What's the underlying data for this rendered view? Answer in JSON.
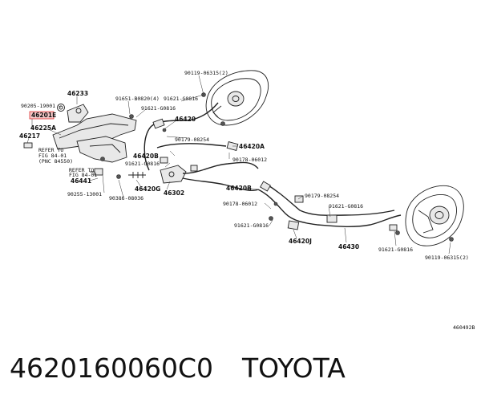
{
  "caption": {
    "part_number": "4620160060C0",
    "brand": "TOYOTA"
  },
  "diagram": {
    "figure_code": "460492B",
    "highlighted": "46201E",
    "labels": [
      "90119-06315(2)",
      "46233",
      "91651-B0820(4)",
      "91621-G0816",
      "90205-19001",
      "91621-G0816",
      "46201E",
      "46420",
      "46225A",
      "46217",
      "90179-08254",
      "46420A",
      "REFER TO",
      "FIG 84-01",
      "(PNC 84550)",
      "46420B",
      "90178-06012",
      "REFER TO",
      "FIG 84-01",
      "91621-G0816",
      "46441",
      "46302",
      "46420G",
      "90255-13001",
      "90386-08036",
      "46420B",
      "90179-08254",
      "90178-06012",
      "91621-G0816",
      "91621-G0816",
      "46420J",
      "46430",
      "91621-G0816",
      "90119-06315(2)"
    ]
  }
}
